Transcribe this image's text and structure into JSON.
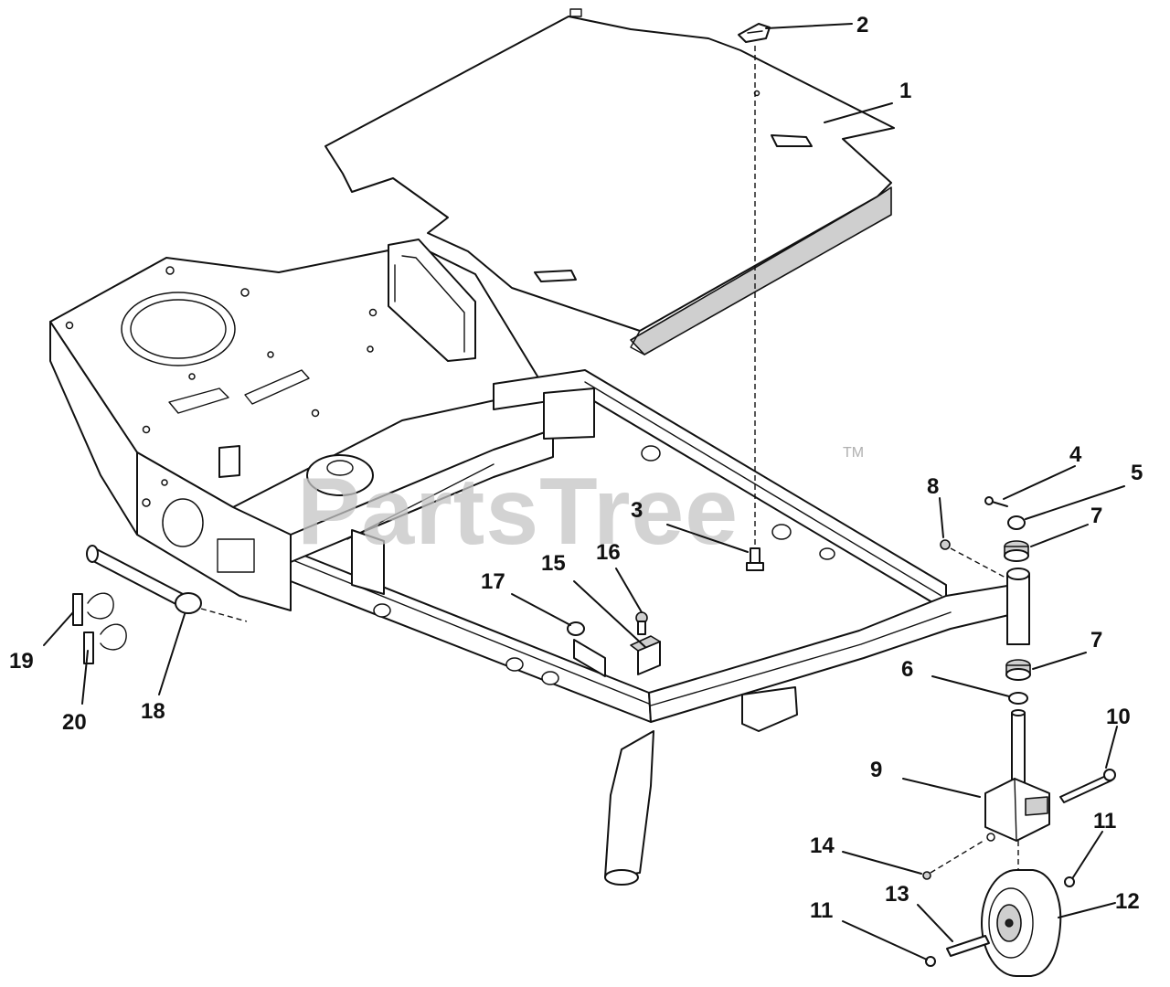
{
  "watermark": {
    "brand": "PartsTree",
    "trademark": "TM"
  },
  "callouts": [
    {
      "id": "c1",
      "label": "1"
    },
    {
      "id": "c2",
      "label": "2"
    },
    {
      "id": "c3",
      "label": "3"
    },
    {
      "id": "c4",
      "label": "4"
    },
    {
      "id": "c5",
      "label": "5"
    },
    {
      "id": "c6",
      "label": "6"
    },
    {
      "id": "c7a",
      "label": "7"
    },
    {
      "id": "c7b",
      "label": "7"
    },
    {
      "id": "c8",
      "label": "8"
    },
    {
      "id": "c9",
      "label": "9"
    },
    {
      "id": "c10",
      "label": "10"
    },
    {
      "id": "c11a",
      "label": "11"
    },
    {
      "id": "c11b",
      "label": "11"
    },
    {
      "id": "c12",
      "label": "12"
    },
    {
      "id": "c13",
      "label": "13"
    },
    {
      "id": "c14",
      "label": "14"
    },
    {
      "id": "c15",
      "label": "15"
    },
    {
      "id": "c16",
      "label": "16"
    },
    {
      "id": "c17",
      "label": "17"
    },
    {
      "id": "c18",
      "label": "18"
    },
    {
      "id": "c19",
      "label": "19"
    },
    {
      "id": "c20",
      "label": "20"
    }
  ]
}
